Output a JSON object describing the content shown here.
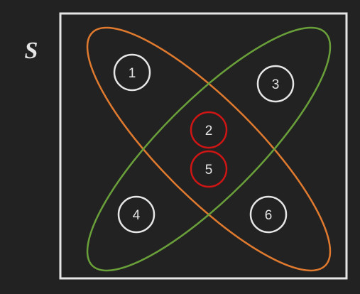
{
  "diagram": {
    "set_label": "S",
    "background_color": "#222222",
    "frame_color": "#e6e6e6",
    "set_a_color": "#e07a2e",
    "set_b_color": "#6aa03a",
    "element_color": "#e6e6e6",
    "intersection_color": "#d01515",
    "elements": [
      {
        "value": "1",
        "in_intersection": false
      },
      {
        "value": "3",
        "in_intersection": false
      },
      {
        "value": "2",
        "in_intersection": true
      },
      {
        "value": "5",
        "in_intersection": true
      },
      {
        "value": "4",
        "in_intersection": false
      },
      {
        "value": "6",
        "in_intersection": false
      }
    ]
  }
}
